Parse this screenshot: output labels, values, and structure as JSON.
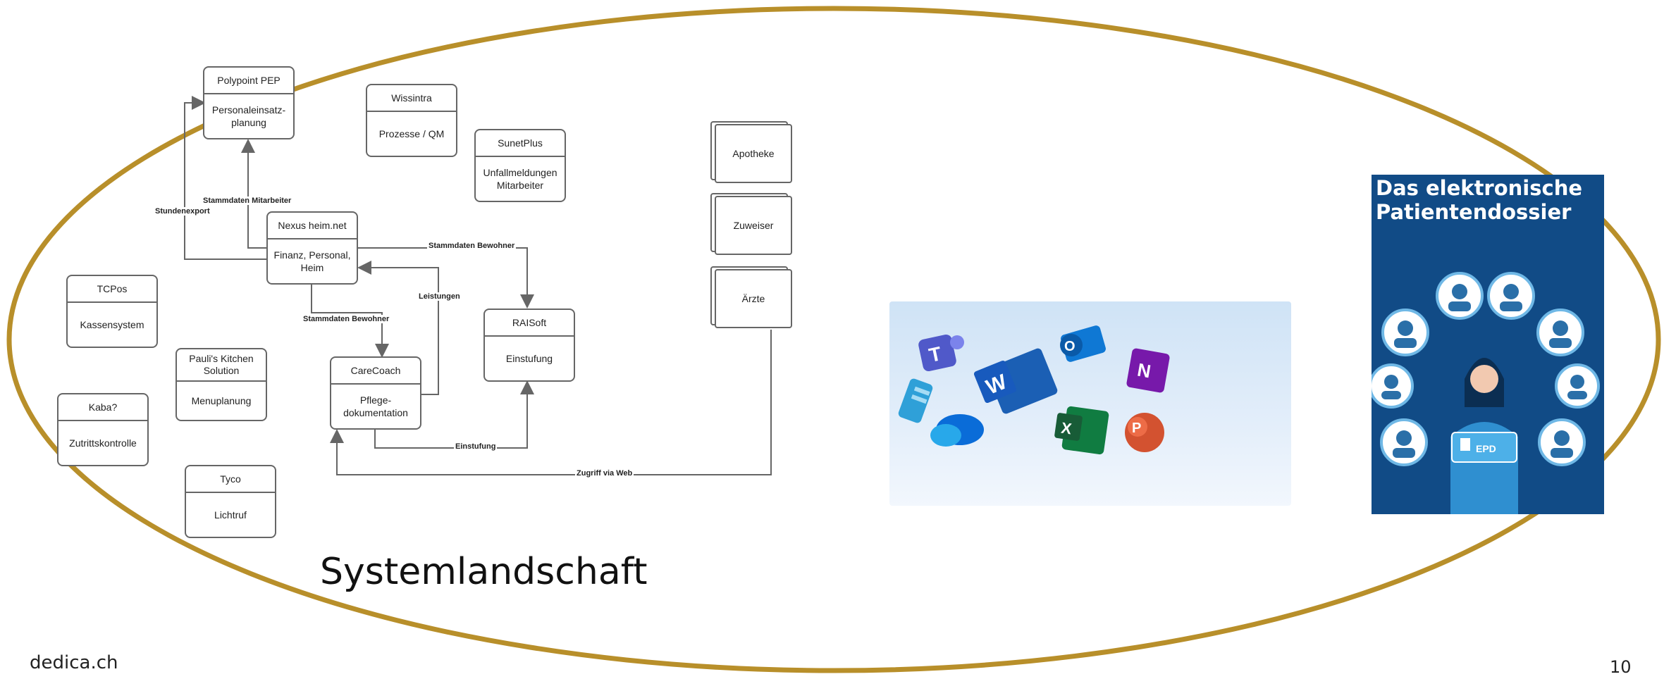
{
  "slide": {
    "title": "Systemlandschaft",
    "footer_left": "dedica.ch",
    "page_number": "10",
    "ellipse_color": "#b88f2a"
  },
  "diagram": {
    "boxes": {
      "polypoint": {
        "header": "Polypoint PEP",
        "body": "Personaleinsatz-planung"
      },
      "wissintra": {
        "header": "Wissintra",
        "body": "Prozesse / QM"
      },
      "sunetplus": {
        "header": "SunetPlus",
        "body": "Unfallmeldungen Mitarbeiter"
      },
      "nexus": {
        "header": "Nexus heim.net",
        "body": "Finanz, Personal, Heim"
      },
      "tcpos": {
        "header": "TCPos",
        "body": "Kassensystem"
      },
      "pauls": {
        "header": "Pauli's Kitchen Solution",
        "body": "Menuplanung"
      },
      "kaba": {
        "header": "Kaba?",
        "body": "Zutrittskontrolle"
      },
      "carecoach": {
        "header": "CareCoach",
        "body": "Pflege-dokumentation"
      },
      "raisoft": {
        "header": "RAISoft",
        "body": "Einstufung"
      },
      "tyco": {
        "header": "Tyco",
        "body": "Lichtruf"
      }
    },
    "stacks": {
      "apotheke": "Apotheke",
      "zuweiser": "Zuweiser",
      "aerzte": "Ärzte"
    },
    "edge_labels": {
      "stundenexport": "Stundenexport",
      "stammdaten_mitarbeiter": "Stammdaten Mitarbeiter",
      "stammdaten_bewohner_raisoft": "Stammdaten Bewohner",
      "stammdaten_bewohner_carecoach": "Stammdaten Bewohner",
      "leistungen": "Leistungen",
      "einstufung": "Einstufung",
      "zugriff_via_web": "Zugriff via Web"
    }
  },
  "images": {
    "ms_office_icons": [
      "teams-icon",
      "word-icon",
      "outlook-icon",
      "onenote-icon",
      "onedrive-icon",
      "excel-icon",
      "powerpoint-icon",
      "sway-icon"
    ],
    "epd_cover": {
      "title": "Das elektronische Patientendossier",
      "badge": "EPD"
    }
  }
}
